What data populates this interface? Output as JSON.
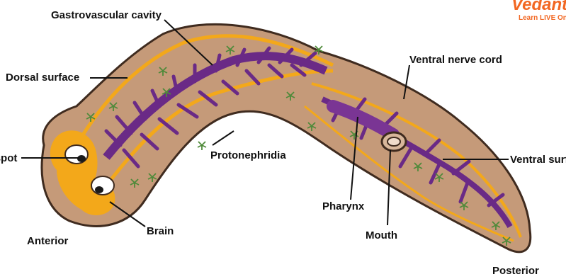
{
  "colors": {
    "body": "#c59a79",
    "outline": "#3f2b1f",
    "nerve": "#f3a81a",
    "gut": "#6a2a86",
    "pharynx": "#7a3594",
    "protonephridia": "#4f8a3a",
    "eye_white": "#ffffff",
    "brand": "#f26722"
  },
  "logo": {
    "main": "Vedantu",
    "sub": "Learn LIVE Online"
  },
  "labels": {
    "gastrovascular_cavity": "Gastrovascular cavity",
    "dorsal_surface": "Dorsal surface",
    "eyespot": "Eyespot",
    "protonephridia": "Protonephridia",
    "anterior": "Anterior",
    "brain": "Brain",
    "ventral_nerve_cord": "Ventral nerve cord",
    "ventral_surface": "Ventral surface",
    "pharynx": "Pharynx",
    "mouth": "Mouth",
    "posterior": "Posterior"
  }
}
